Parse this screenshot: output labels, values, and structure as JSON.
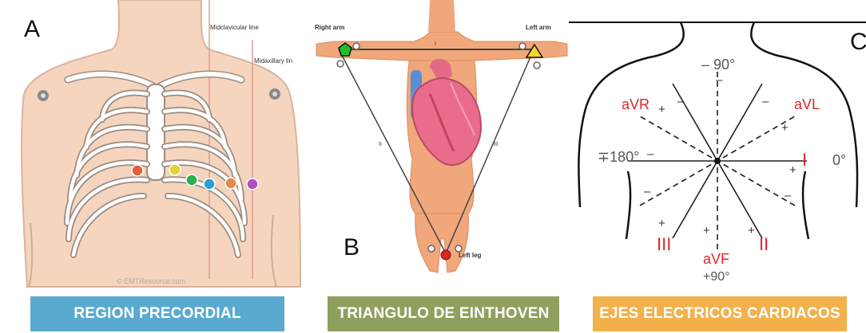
{
  "panel_a": {
    "letter": "A",
    "midclavicular_label": "Midclavicular line",
    "midaxillary_label": "Midaxillary lin",
    "watermark": "© EMTResource.com",
    "caption": "REGION PRECORDIAL",
    "colors": {
      "skin": "#f5d5bd",
      "caption_bg": "#5aaad0"
    },
    "electrode_colors": [
      "#e0603a",
      "#e6d23a",
      "#2fae4a",
      "#2e9fd6",
      "#e2894a",
      "#b24fc2"
    ]
  },
  "panel_b": {
    "letter": "B",
    "right_arm_label": "Right arm",
    "left_arm_label": "Left arm",
    "left_leg_label": "Left leg",
    "lead_labels": [
      "I",
      "II",
      "III"
    ],
    "caption": "TRIANGULO DE EINTHOVEN",
    "colors": {
      "skin": "#f0a77b",
      "right_arm_marker": "#1fc02a",
      "left_arm_marker": "#f5d22a",
      "left_leg_marker": "#d9261e",
      "caption_bg": "#8fa05e"
    }
  },
  "panel_c": {
    "letter": "C",
    "labels": {
      "minus90": "– 90°",
      "plus90": "+90°",
      "minus180": "∓180°",
      "zero": "0°",
      "aVR": "aVR",
      "aVL": "aVL",
      "aVF": "aVF",
      "I": "I",
      "II": "II",
      "III": "III"
    },
    "caption": "EJES ELECTRICOS CARDIACOS",
    "colors": {
      "lead_text": "#e0252e",
      "caption_bg": "#f2b14a"
    }
  }
}
